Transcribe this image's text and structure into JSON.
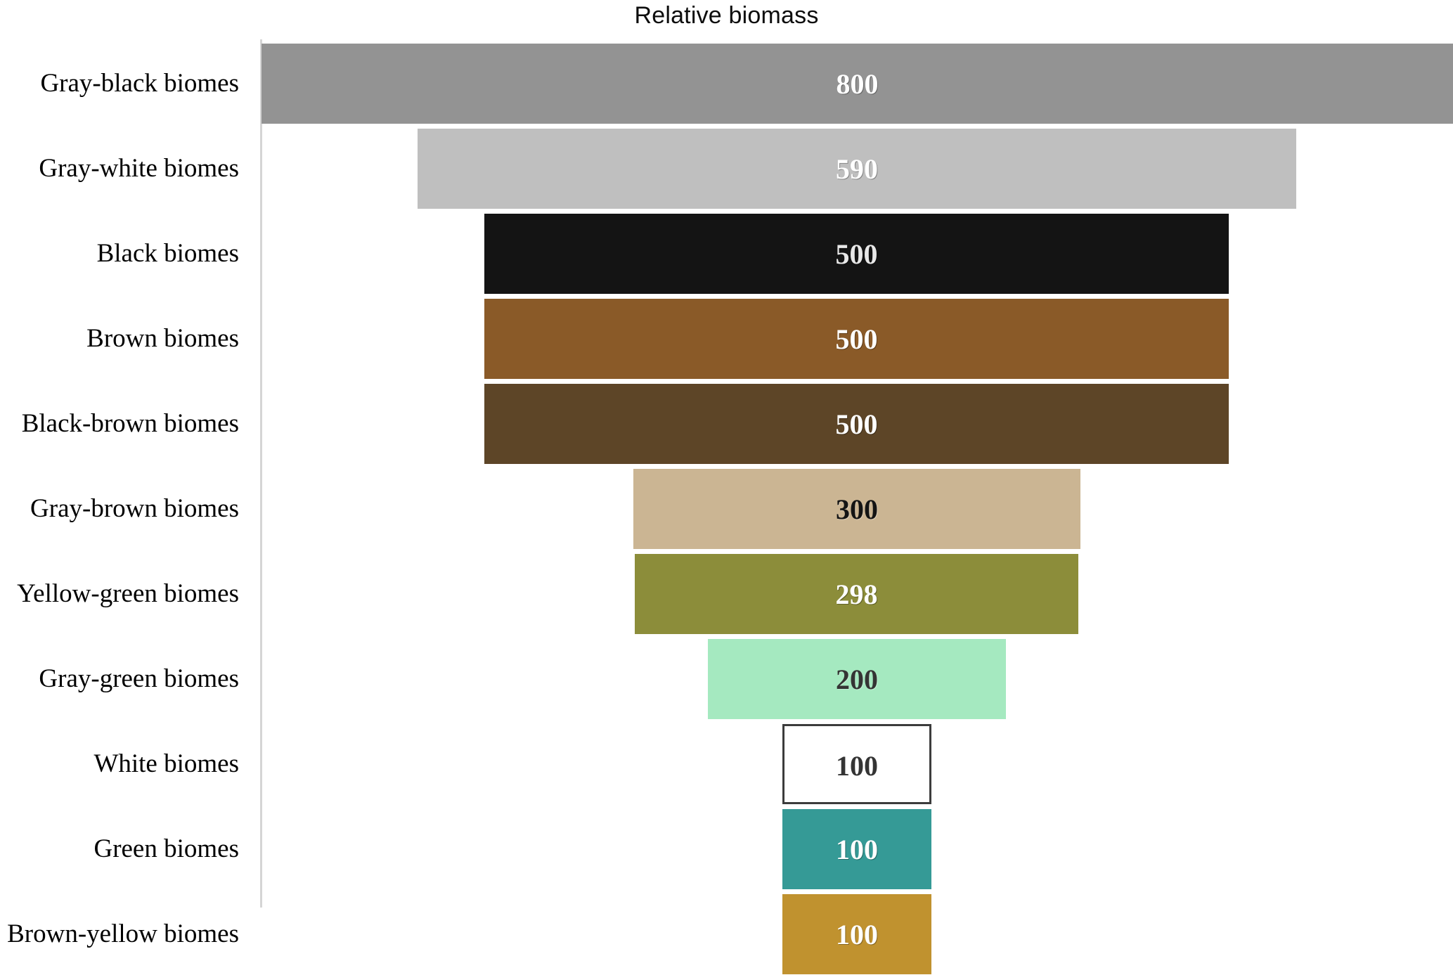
{
  "chart_data": {
    "type": "bar",
    "subtype": "funnel",
    "title": "Relative biomass",
    "xlabel": "",
    "ylabel": "",
    "orientation": "horizontal",
    "centered": true,
    "grid": false,
    "legend": "none",
    "xlim": [
      0,
      800
    ],
    "categories": [
      "Gray-black biomes",
      "Gray-white biomes",
      "Black biomes",
      "Brown biomes",
      "Black-brown biomes",
      "Gray-brown biomes",
      "Yellow-green biomes",
      "Gray-green biomes",
      "White biomes",
      "Green biomes",
      "Brown-yellow biomes"
    ],
    "values": [
      800,
      590,
      500,
      500,
      500,
      300,
      298,
      200,
      100,
      100,
      100
    ],
    "value_labels": [
      "800",
      "590",
      "500",
      "500",
      "500",
      "300",
      "298",
      "200",
      "100",
      "100",
      "100"
    ],
    "colors": [
      "#939393",
      "#bfbfbf",
      "#141414",
      "#8a5a28",
      "#5d4527",
      "#cbb593",
      "#8c8d3a",
      "#a5e9c0",
      "#ffffff",
      "#359a96",
      "#c0922f"
    ],
    "border_colors": [
      "#939393",
      "#bfbfbf",
      "#141414",
      "#8a5a28",
      "#5d4527",
      "#cbb593",
      "#8c8d3a",
      "#a5e9c0",
      "#3c3c3c",
      "#359a96",
      "#c0922f"
    ],
    "label_text_colors": [
      "#ffffff",
      "#ffffff",
      "#e8e8e8",
      "#ffffff",
      "#ffffff",
      "#141414",
      "#ffffff",
      "#343434",
      "#343434",
      "#ffffff",
      "#ffffff"
    ],
    "axis_line_color": "#d5d5d5",
    "background_color": "#ffffff"
  },
  "rows": [
    {
      "label": "Gray-black biomes",
      "value": "800"
    },
    {
      "label": "Gray-white biomes",
      "value": "590"
    },
    {
      "label": "Black biomes",
      "value": "500"
    },
    {
      "label": "Brown biomes",
      "value": "500"
    },
    {
      "label": "Black-brown biomes",
      "value": "500"
    },
    {
      "label": "Gray-brown biomes",
      "value": "300"
    },
    {
      "label": "Yellow-green biomes",
      "value": "298"
    },
    {
      "label": "Gray-green biomes",
      "value": "200"
    },
    {
      "label": "White biomes",
      "value": "100"
    },
    {
      "label": "Green biomes",
      "value": "100"
    },
    {
      "label": "Brown-yellow biomes",
      "value": "100"
    }
  ],
  "header": {
    "title": "Relative biomass"
  }
}
